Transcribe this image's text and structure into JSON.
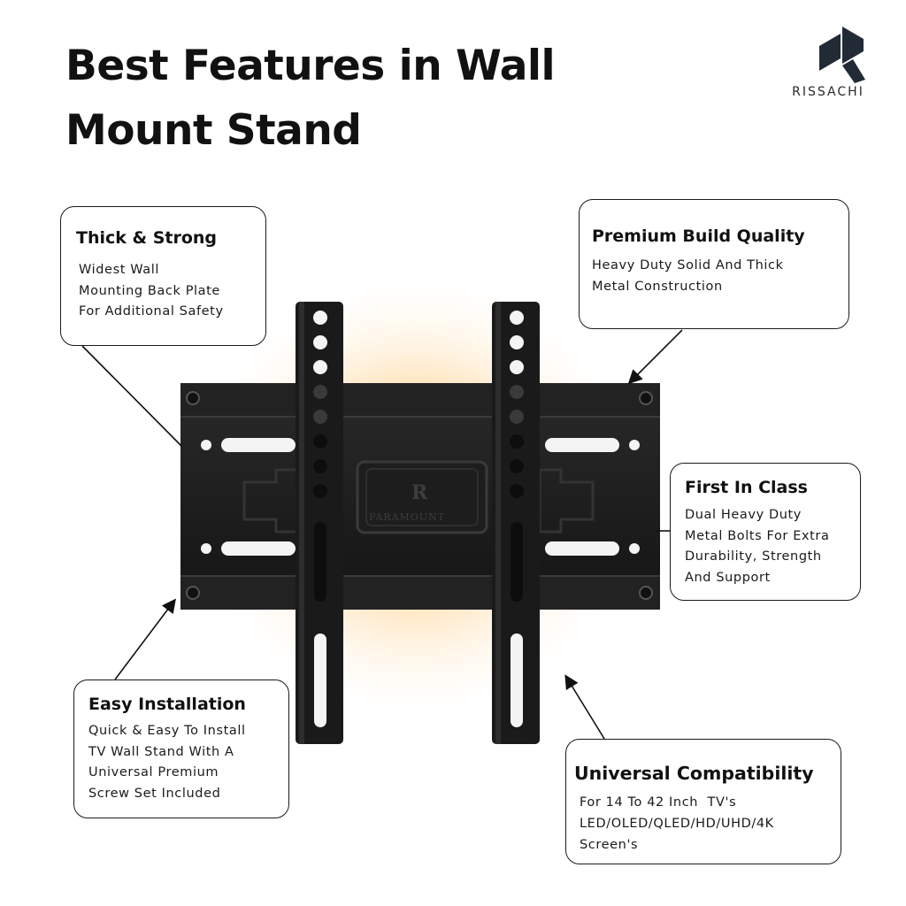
{
  "page": {
    "title_lines": [
      "Best Features in Wall",
      "Mount Stand"
    ]
  },
  "brand": {
    "name": "RISSACHI",
    "logo_icon": "rissachi-r-logo",
    "color": "#222b35"
  },
  "product": {
    "name": "black-tv-wall-mount-bracket",
    "engraving": "PARAMOUNT",
    "color": "#1b1b1b",
    "glow_color": "#ffb347"
  },
  "callouts": [
    {
      "title": "Thick & Strong",
      "lines": [
        "Widest Wall",
        "Mounting Back Plate",
        "For Additional Safety"
      ]
    },
    {
      "title": "Premium Build Quality",
      "lines": [
        "Heavy Duty Solid And Thick",
        "Metal Construction"
      ]
    },
    {
      "title": "First In Class",
      "lines": [
        "Dual Heavy Duty",
        "Metal Bolts For Extra",
        "Durability, Strength",
        "And Support"
      ]
    },
    {
      "title": "Easy Installation",
      "lines": [
        "Quick & Easy To Install",
        "TV Wall Stand With A",
        "Universal Premium",
        "Screw Set Included"
      ]
    },
    {
      "title": "Universal Compatibility",
      "lines": [
        "For 14 To 42 Inch  TV's",
        "LED/OLED/QLED/HD/UHD/4K",
        "Screen's"
      ]
    }
  ]
}
